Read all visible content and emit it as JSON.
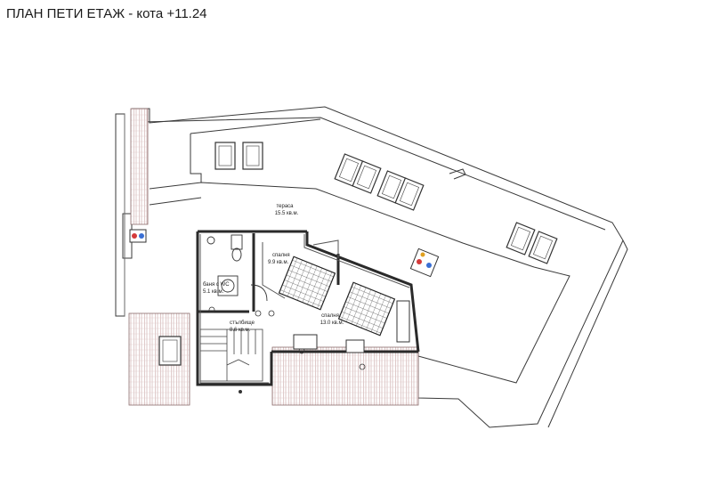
{
  "title": "ПЛАН ПЕТИ ЕТАЖ - кота +11.24",
  "rooms": [
    {
      "name": "тераса",
      "area": "15.5 кв.м."
    },
    {
      "name": "спалня",
      "area": "9.9 кв.м."
    },
    {
      "name": "баня с WC",
      "area": "5.1 кв.м."
    },
    {
      "name": "стълбище",
      "area": "8.6 кв.м."
    },
    {
      "name": "спалня",
      "area": "13.0 кв.м."
    }
  ],
  "colors": {
    "line": "#3a3a3a",
    "thin_line": "#7a7a7a",
    "deck_hatch": "#b88a8a",
    "fixture_red": "#d43a3a",
    "fixture_blue": "#3a6fd4"
  },
  "icons": [
    "skylight-icon",
    "solar-panel-icon",
    "toilet-icon",
    "sink-icon",
    "shower-icon",
    "stairs-icon"
  ]
}
